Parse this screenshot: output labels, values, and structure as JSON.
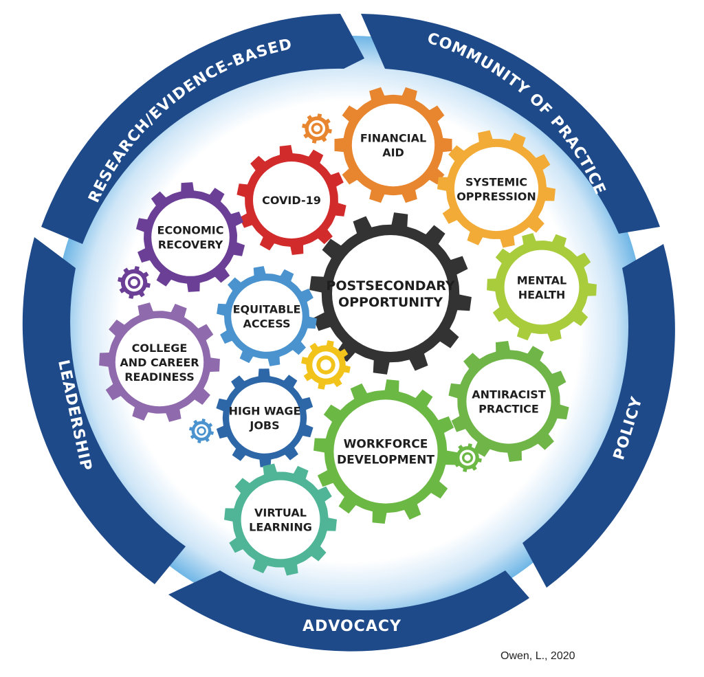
{
  "ring": {
    "color": "#1e4a8a",
    "labels": {
      "research": "RESEARCH/EVIDENCE-BASED",
      "community": "COMMUNITY OF PRACTICE",
      "policy": "POLICY",
      "advocacy": "ADVOCACY",
      "leadership": "LEADERSHIP"
    }
  },
  "gears": [
    {
      "id": "postsecondary-opportunity",
      "lines": [
        "POSTSECONDARY",
        "OPPORTUNITY"
      ],
      "color": "#333333"
    },
    {
      "id": "financial-aid",
      "lines": [
        "FINANCIAL",
        "AID"
      ],
      "color": "#e8852f"
    },
    {
      "id": "covid-19",
      "lines": [
        "COVID-19"
      ],
      "color": "#d22b2b"
    },
    {
      "id": "systemic-oppression",
      "lines": [
        "SYSTEMIC",
        "OPPRESSION"
      ],
      "color": "#f2ab37"
    },
    {
      "id": "economic-recovery",
      "lines": [
        "ECONOMIC",
        "RECOVERY"
      ],
      "color": "#6b3f96"
    },
    {
      "id": "mental-health",
      "lines": [
        "MENTAL",
        "HEALTH"
      ],
      "color": "#a8cc3c"
    },
    {
      "id": "equitable-access",
      "lines": [
        "EQUITABLE",
        "ACCESS"
      ],
      "color": "#4a93cf"
    },
    {
      "id": "college-and-career-readiness",
      "lines": [
        "COLLEGE",
        "AND CAREER",
        "READINESS"
      ],
      "color": "#8f6aac"
    },
    {
      "id": "high-wage-jobs",
      "lines": [
        "HIGH WAGE",
        "JOBS"
      ],
      "color": "#2e67a8"
    },
    {
      "id": "antiracist-practice",
      "lines": [
        "ANTIRACIST",
        "PRACTICE"
      ],
      "color": "#6fb548"
    },
    {
      "id": "workforce-development",
      "lines": [
        "WORKFORCE",
        "DEVELOPMENT"
      ],
      "color": "#6cb844"
    },
    {
      "id": "virtual-learning",
      "lines": [
        "VIRTUAL",
        "LEARNING"
      ],
      "color": "#4fb596"
    }
  ],
  "small_gears": [
    {
      "id": "orange",
      "color": "#e8852f"
    },
    {
      "id": "purple",
      "color": "#6b3f96"
    },
    {
      "id": "yellow",
      "color": "#f2c31a"
    },
    {
      "id": "blue",
      "color": "#4a93cf"
    },
    {
      "id": "green",
      "color": "#6cb844"
    }
  ],
  "credit": "Owen, L., 2020"
}
